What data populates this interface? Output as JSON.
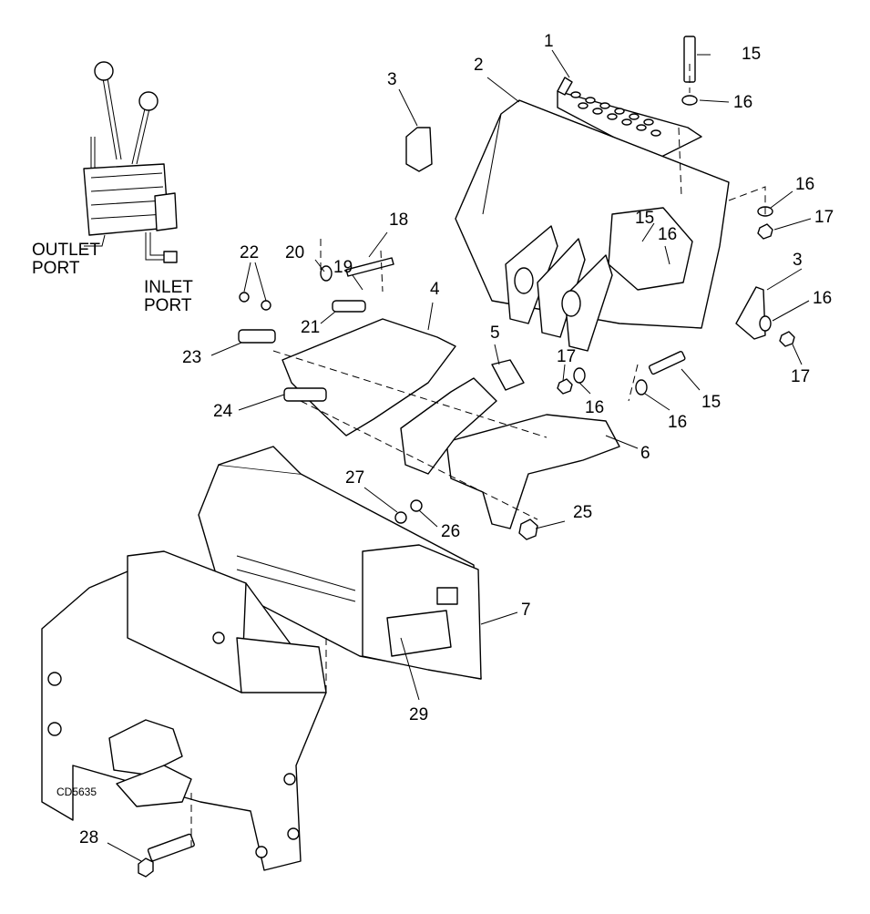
{
  "diagram": {
    "drawing_code": "CD5635",
    "port_labels": {
      "outlet": "OUTLET\nPORT",
      "inlet": "INLET\nPORT"
    },
    "callouts": [
      "1",
      "2",
      "3",
      "3",
      "4",
      "5",
      "6",
      "7",
      "15",
      "15",
      "15",
      "16",
      "16",
      "16",
      "16",
      "16",
      "16",
      "17",
      "17",
      "17",
      "18",
      "19",
      "20",
      "21",
      "22",
      "23",
      "24",
      "25",
      "26",
      "27",
      "28",
      "29"
    ]
  },
  "colors": {
    "line": "#000000",
    "background": "#ffffff"
  }
}
